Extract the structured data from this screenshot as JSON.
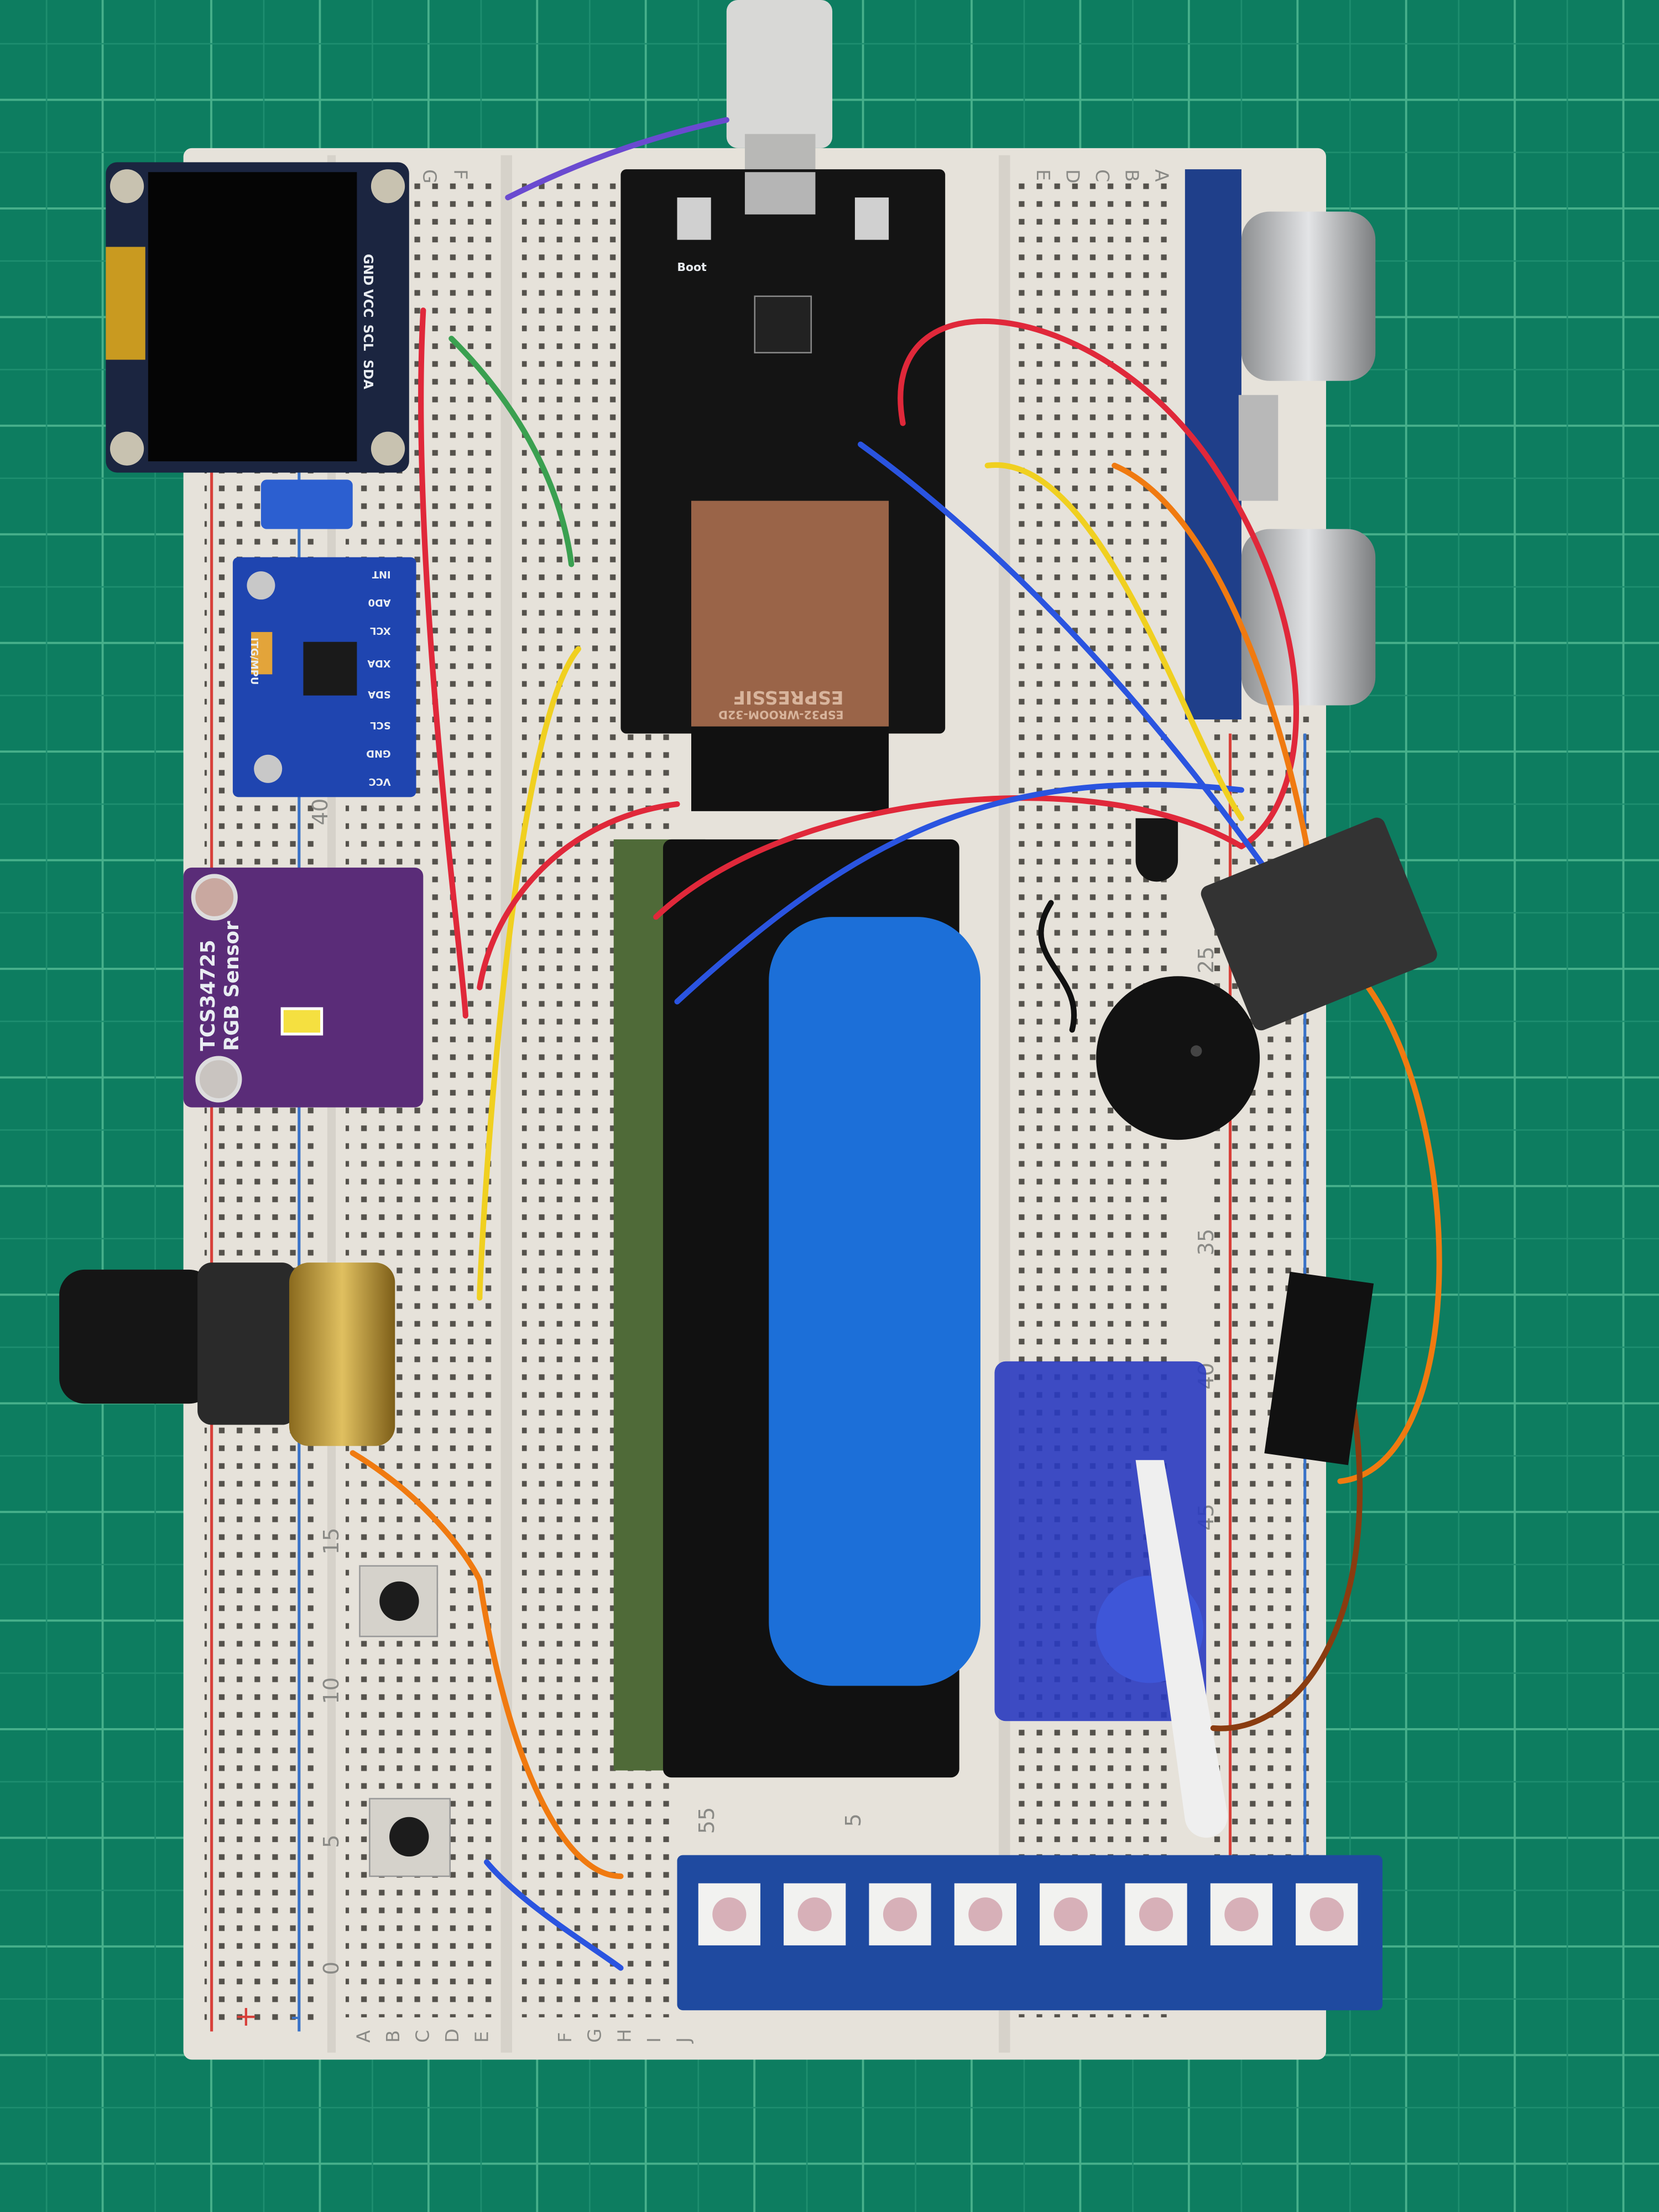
{
  "colors": {
    "cutting_mat": "#0d7d60",
    "mat_grid": "#4fb893",
    "breadboard": "#e6e2da",
    "rail_red": "#d8403a",
    "rail_blue": "#3a73c8",
    "esp32_board": "#141414",
    "esp32_module": "#9a6448",
    "mpu_pcb": "#1f45b0",
    "tcs_pcb": "#5a2c78",
    "battery": "#1c6fd8",
    "led_strip_pcb": "#1f4aa0"
  },
  "oled": {
    "pins": [
      "GND",
      "VCC",
      "SCL",
      "SDA"
    ]
  },
  "mpu6050": {
    "pins": [
      "INT",
      "AD0",
      "XCL",
      "XDA",
      "SDA",
      "SCL",
      "GND",
      "VCC"
    ],
    "chip_label": "ITG/MPU"
  },
  "tcs34725": {
    "line1": "TCS34725",
    "line2": "RGB Sensor"
  },
  "esp32": {
    "module_brand": "ESPRESSIF",
    "module_model": "ESP32-WROOM-32D",
    "button_label": "Boot"
  },
  "breadboard": {
    "row_numbers_left": [
      "0",
      "5",
      "10",
      "15",
      "40"
    ],
    "row_numbers_right": [
      "25",
      "35",
      "40",
      "45"
    ],
    "row_numbers_bottom": [
      "55",
      "5"
    ],
    "col_letters_left": [
      "A",
      "B",
      "C",
      "D",
      "E"
    ],
    "col_letters_mid": [
      "F",
      "G",
      "H",
      "I",
      "J"
    ],
    "col_letters_top_left": [
      "G",
      "F"
    ],
    "col_letters_top_right": [
      "E",
      "D",
      "C",
      "B",
      "A"
    ],
    "plus": "+",
    "minus": "-"
  },
  "led_strip": {
    "led_count": 8
  }
}
